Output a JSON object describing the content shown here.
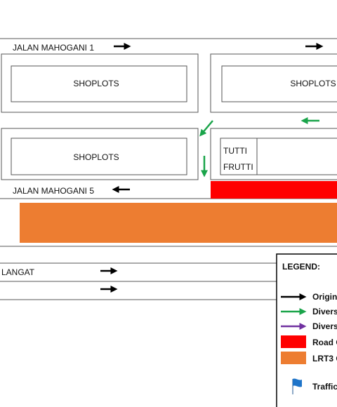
{
  "roads": {
    "top": "JALAN MAHOGANI 1",
    "middle": "JALAN MAHOGANI 5",
    "bottom": "LANGAT"
  },
  "blocks": {
    "shoplots_top_left": "SHOPLOTS",
    "shoplots_top_right": "SHOPLOTS",
    "shoplots_mid_left": "SHOPLOTS",
    "tenant_line1": "TUTTI",
    "tenant_line2": "FRUTTI"
  },
  "legend": {
    "title": "LEGEND:",
    "items": [
      {
        "label": "Origin",
        "symbol": "arrow",
        "color": "#000000"
      },
      {
        "label": "Divers",
        "symbol": "arrow",
        "color": "#1aa44a"
      },
      {
        "label": "Divers",
        "symbol": "arrow",
        "color": "#7030a0"
      },
      {
        "label": "Road C",
        "symbol": "swatch",
        "color": "#ff0000"
      },
      {
        "label": "LRT3 C",
        "symbol": "swatch",
        "color": "#ed7d31"
      },
      {
        "label": "Traffic",
        "symbol": "flag-icon",
        "color": "#1e74c9"
      }
    ]
  },
  "colors": {
    "original_flow": "#000000",
    "diversion": "#1aa44a",
    "road_closure": "#ff0000",
    "lrt3": "#ed7d31"
  }
}
